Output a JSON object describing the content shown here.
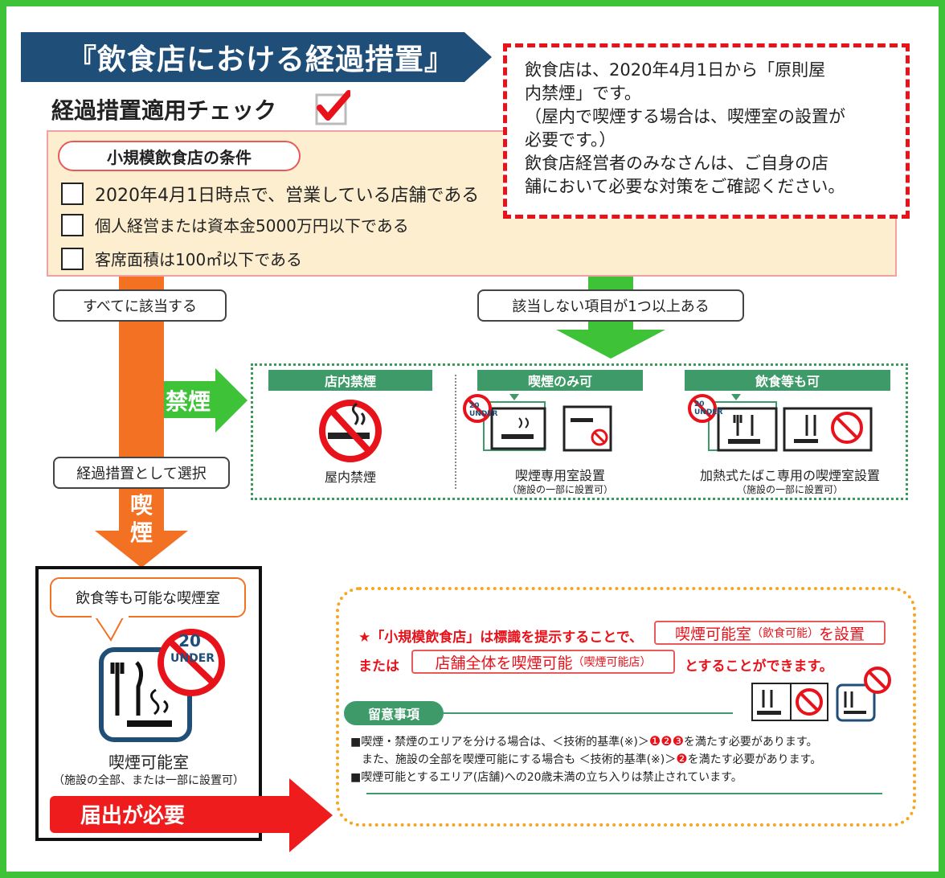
{
  "title": "『飲食店における経過措置』",
  "check_title": "経過措置適用チェック",
  "conditions": {
    "heading": "小規模飲食店の条件",
    "items": [
      "2020年4月1日時点で、営業している店舗である",
      "個人経営または資本金5000万円以下である",
      "客席面積は100㎡以下である"
    ]
  },
  "notice": {
    "lines": [
      "飲食店は、2020年4月1日から「原則屋",
      "内禁煙」です。",
      "（屋内で喫煙する場合は、喫煙室の設置が",
      "必要です。）",
      "飲食店経営者のみなさんは、ご自身の店",
      "舗において必要な対策をご確認ください。"
    ]
  },
  "flow": {
    "all_apply": "すべてに該当する",
    "not_apply": "該当しない項目が1つ以上ある",
    "no_smoking_arrow": "禁煙",
    "select_transition": "経過措置として選択",
    "smoking_arrow": "喫煙",
    "notify_required": "届出が必要"
  },
  "options": [
    {
      "head": "店内禁煙",
      "caption": "屋内禁煙",
      "sub": ""
    },
    {
      "head": "喫煙のみ可",
      "caption": "喫煙専用室設置",
      "sub": "（施設の一部に設置可）"
    },
    {
      "head": "飲食等も可",
      "caption": "加熱式たばこ専用の喫煙室設置",
      "sub": "（施設の一部に設置可）"
    }
  ],
  "badge_20": "20",
  "badge_under": "UNDER",
  "room": {
    "speech": "飲食等も可能な喫煙室",
    "caption": "喫煙可能室",
    "sub": "（施設の全部、または一部に設置可）"
  },
  "info": {
    "line1_prefix": "★「小規模飲食店」は標識を提示することで、",
    "pill1_main": "喫煙可能室",
    "pill1_small": "（飲食可能）",
    "pill1_tail": "を設置",
    "line2_prefix": "または",
    "pill2_main": "店舗全体を喫煙可能",
    "pill2_small": "（喫煙可能店）",
    "line2_suffix": "とすることができます。",
    "notes_head": "留意事項",
    "note1": "■喫煙・禁煙のエリアを分ける場合は、＜技術的基準(※)＞",
    "note1_nums": "❶❷❸",
    "note1_tail": "を満たす必要があります。",
    "note2": "　また、施設の全部を喫煙可能にする場合も ＜技術的基準(※)＞",
    "note2_nums": "❷",
    "note2_tail": "を満たす必要があります。",
    "note3": "■喫煙可能とするエリア(店舗)への20歳未満の立ち入りは禁止されています。"
  },
  "colors": {
    "frame_green": "#3ec238",
    "title_navy": "#1f4e79",
    "orange": "#f27122",
    "red": "#e8121b",
    "teal_green": "#3f9a6a",
    "panel_cream": "#fdeecf"
  }
}
